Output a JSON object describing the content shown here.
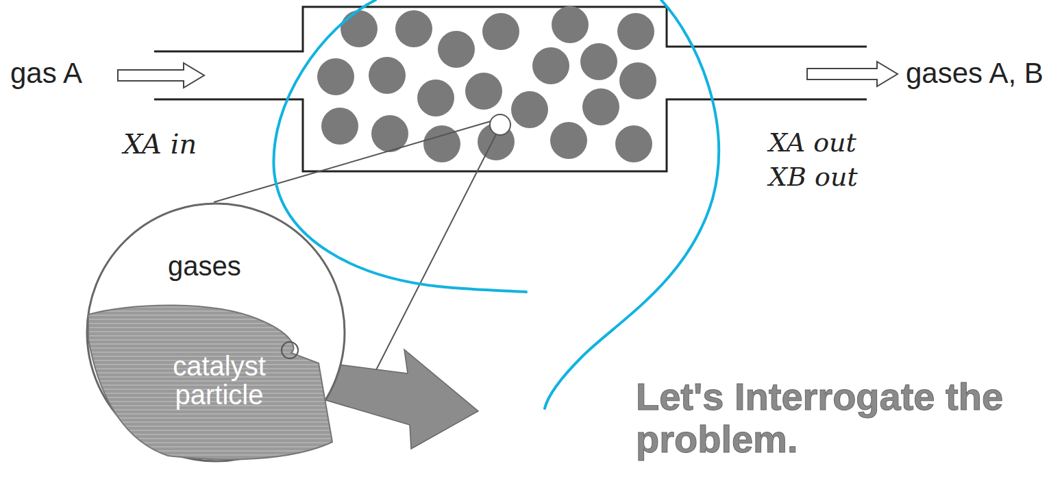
{
  "diagram": {
    "nodes": [
      {
        "text": [
          "gases"
        ]
      },
      {
        "text": [
          "catalyst particle"
        ],
        "in": 0
      }
    ],
    "labels": [
      "gas A",
      "gases A, B",
      "XA in",
      "XA out",
      "XB out",
      "Let's Interrogate the problem."
    ]
  }
}
